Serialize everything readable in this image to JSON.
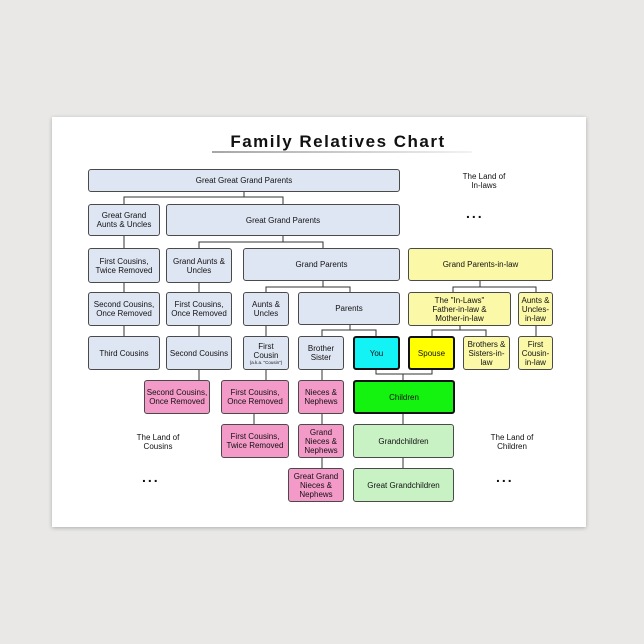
{
  "title": "Family Relatives Chart",
  "boxes": {
    "ggg_parents": "Great Great Grand Parents",
    "great_grand_aunts": "Great Grand\nAunts & Uncles",
    "great_grand_parents": "Great Grand Parents",
    "first_cousins_twice_removed_top": "First Cousins,\nTwice Removed",
    "grand_aunts": "Grand Aunts &\nUncles",
    "grand_parents": "Grand Parents",
    "grand_parents_in_law": "Grand Parents-in-law",
    "second_cousins_once_removed_top": "Second Cousins,\nOnce Removed",
    "first_cousins_once_removed_top": "First Cousins,\nOnce Removed",
    "aunts_uncles": "Aunts &\nUncles",
    "parents": "Parents",
    "in_laws": "The \"In-Laws\"\nFather-in-law &\nMother-in-law",
    "aunts_uncles_in_law": "Aunts &\nUncles-\nin-law",
    "third_cousins": "Third Cousins",
    "second_cousins": "Second Cousins",
    "first_cousin": "First\nCousin",
    "first_cousin_aka": "(a.k.a. \"Cousin\")",
    "brother_sister": "Brother\nSister",
    "you": "You",
    "spouse": "Spouse",
    "brothers_sisters_in_law": "Brothers &\nSisters-in-\nlaw",
    "first_cousin_in_law": "First\nCousin-\nin-law",
    "second_cousins_once_removed_bottom": "Second Cousins,\nOnce Removed",
    "first_cousins_once_removed_bottom": "First Cousins,\nOnce Removed",
    "nieces_nephews": "Nieces &\nNephews",
    "children": "Children",
    "first_cousins_twice_removed_bottom": "First Cousins,\nTwice Removed",
    "grand_nieces_nephews": "Grand\nNieces &\nNephews",
    "grandchildren": "Grandchildren",
    "great_grand_nieces_nephews": "Great Grand\nNieces &\nNephews",
    "great_grandchildren": "Great Grandchildren"
  },
  "labels": {
    "land_of_inlaws_top": "The Land of\nIn-laws",
    "land_of_cousins": "The Land of\nCousins",
    "land_of_children": "The Land of\nChildren",
    "ellipsis": "..."
  },
  "colors": {
    "blood_relatives": "#dfe6f3",
    "in_laws": "#fbf8a8",
    "cousin_descendants": "#f49ac8",
    "descendants": "#c9f2c4",
    "you": "#13f2f5",
    "spouse": "#ffff00",
    "children": "#14f210"
  }
}
